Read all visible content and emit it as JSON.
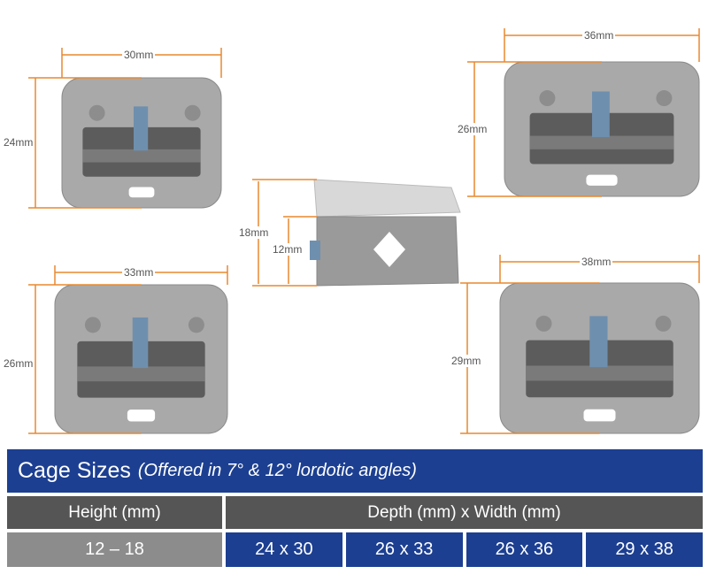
{
  "dimensions": {
    "cage_30": {
      "width": "30mm",
      "height": "24mm"
    },
    "cage_36": {
      "width": "36mm",
      "height": "26mm"
    },
    "cage_33": {
      "width": "33mm",
      "height": "26mm"
    },
    "cage_38": {
      "width": "38mm",
      "height": "29mm"
    },
    "side": {
      "tall": "18mm",
      "short": "12mm"
    }
  },
  "colors": {
    "accent": "#e8892f",
    "blue": "#1c3f91",
    "dark_gray": "#555555",
    "light_gray": "#8c8c8c"
  },
  "table": {
    "title": "Cage Sizes",
    "subtitle": "(Offered in 7° & 12° lordotic angles)",
    "headers": [
      "Height (mm)",
      "Depth (mm) x Width (mm)"
    ],
    "height_range": "12 – 18",
    "sizes": [
      "24 x 30",
      "26 x 33",
      "26 x 36",
      "29 x 38"
    ]
  }
}
